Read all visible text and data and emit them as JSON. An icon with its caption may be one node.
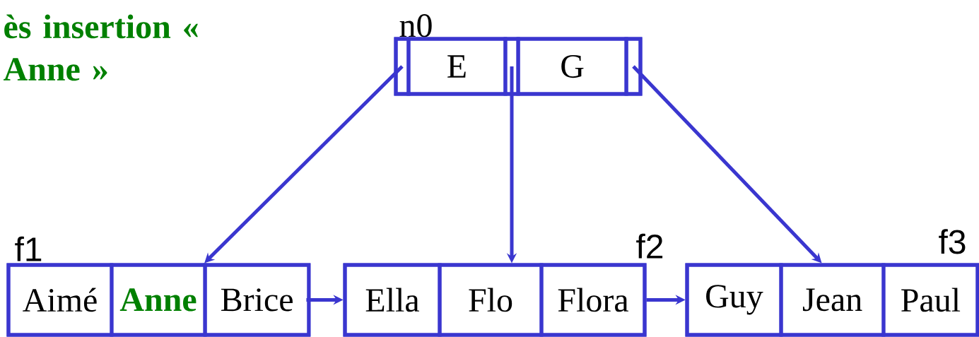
{
  "diagram": {
    "title": "ès insertion « Anne »",
    "nodes": [
      {
        "text": [
          "n0"
        ]
      },
      {
        "text": [],
        "shape": "box",
        "in": 0
      },
      {
        "text": [
          "E"
        ],
        "in": 0
      },
      {
        "text": [],
        "shape": "box",
        "in": 0
      },
      {
        "text": [
          "G"
        ],
        "in": 0
      },
      {
        "text": [],
        "shape": "box",
        "in": 0
      },
      {
        "text": [
          "f1"
        ]
      },
      {
        "text": [
          "Aimé"
        ],
        "in": 6
      },
      {
        "text": [
          "Anne"
        ],
        "in": 6
      },
      {
        "text": [
          "Brice"
        ],
        "in": 6
      },
      {
        "text": [
          "f2"
        ]
      },
      {
        "text": [
          "Ella"
        ],
        "in": 10
      },
      {
        "text": [
          "Flo"
        ],
        "in": 10
      },
      {
        "text": [
          "Flora"
        ],
        "in": 10
      },
      {
        "text": [
          "f3"
        ]
      },
      {
        "text": [
          "Guy"
        ],
        "in": 14
      },
      {
        "text": [
          "Jean"
        ],
        "in": 14
      },
      {
        "text": [
          "Paul"
        ],
        "in": 14
      }
    ],
    "edges": [
      {
        "from": 1,
        "to": 8,
        "arrow": "to"
      },
      {
        "from": 3,
        "to": 12,
        "arrow": "to"
      },
      {
        "from": 5,
        "to": 16,
        "arrow": "to"
      },
      {
        "from": 6,
        "to": 10,
        "arrow": "to"
      },
      {
        "from": 10,
        "to": 14,
        "arrow": "to"
      }
    ]
  }
}
